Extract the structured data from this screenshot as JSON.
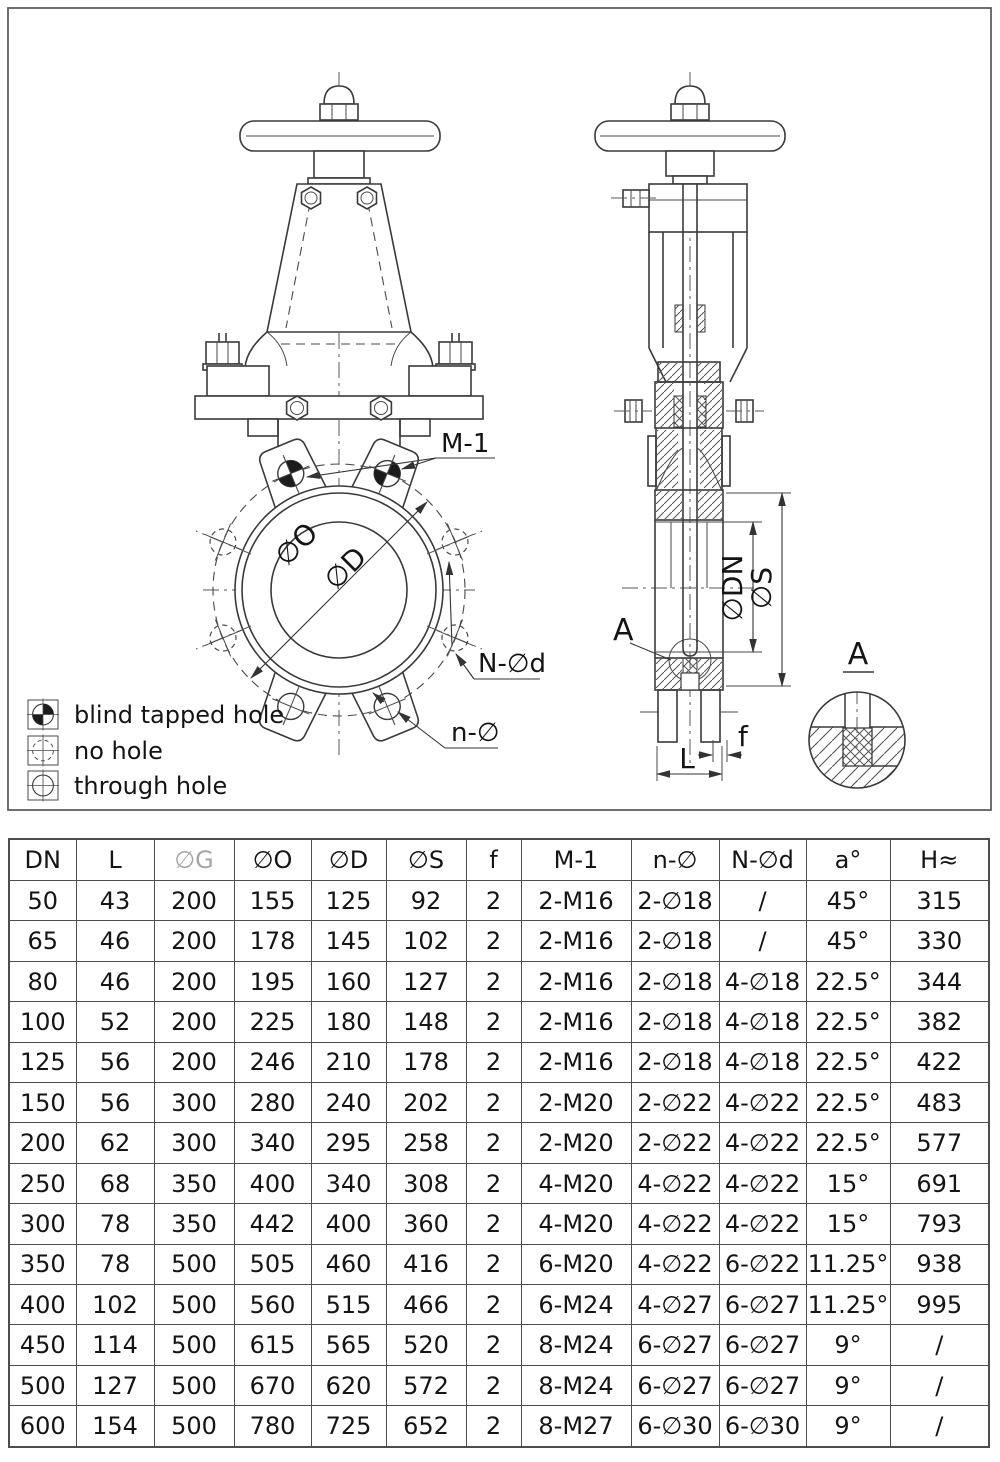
{
  "drawing": {
    "front_view": {
      "labels": {
        "m1": "M-1",
        "phi_o": "∅O",
        "phi_d": "∅D",
        "n_phi_d": "N-∅d",
        "n_phi": "n-∅"
      }
    },
    "side_view": {
      "labels": {
        "phi_dn": "∅DN",
        "phi_s": "∅S",
        "a_ref": "A",
        "f": "f",
        "l": "L"
      }
    },
    "detail_view": {
      "title": "A"
    },
    "legend": {
      "items": [
        {
          "symbol": "blind-tapped-hole-symbol",
          "label": "blind tapped hole"
        },
        {
          "symbol": "no-hole-symbol",
          "label": "no hole"
        },
        {
          "symbol": "through-hole-symbol",
          "label": "through hole"
        }
      ]
    }
  },
  "table": {
    "headers": [
      "DN",
      "L",
      "∅G",
      "∅O",
      "∅D",
      "∅S",
      "f",
      "M-1",
      "n-∅",
      "N-∅d",
      "a°",
      "H≈"
    ],
    "muted_header_index": 2,
    "rows": [
      [
        "50",
        "43",
        "200",
        "155",
        "125",
        "92",
        "2",
        "2-M16",
        "2-∅18",
        "/",
        "45°",
        "315"
      ],
      [
        "65",
        "46",
        "200",
        "178",
        "145",
        "102",
        "2",
        "2-M16",
        "2-∅18",
        "/",
        "45°",
        "330"
      ],
      [
        "80",
        "46",
        "200",
        "195",
        "160",
        "127",
        "2",
        "2-M16",
        "2-∅18",
        "4-∅18",
        "22.5°",
        "344"
      ],
      [
        "100",
        "52",
        "200",
        "225",
        "180",
        "148",
        "2",
        "2-M16",
        "2-∅18",
        "4-∅18",
        "22.5°",
        "382"
      ],
      [
        "125",
        "56",
        "200",
        "246",
        "210",
        "178",
        "2",
        "2-M16",
        "2-∅18",
        "4-∅18",
        "22.5°",
        "422"
      ],
      [
        "150",
        "56",
        "300",
        "280",
        "240",
        "202",
        "2",
        "2-M20",
        "2-∅22",
        "4-∅22",
        "22.5°",
        "483"
      ],
      [
        "200",
        "62",
        "300",
        "340",
        "295",
        "258",
        "2",
        "2-M20",
        "2-∅22",
        "4-∅22",
        "22.5°",
        "577"
      ],
      [
        "250",
        "68",
        "350",
        "400",
        "340",
        "308",
        "2",
        "4-M20",
        "4-∅22",
        "4-∅22",
        "15°",
        "691"
      ],
      [
        "300",
        "78",
        "350",
        "442",
        "400",
        "360",
        "2",
        "4-M20",
        "4-∅22",
        "4-∅22",
        "15°",
        "793"
      ],
      [
        "350",
        "78",
        "500",
        "505",
        "460",
        "416",
        "2",
        "6-M20",
        "4-∅22",
        "6-∅22",
        "11.25°",
        "938"
      ],
      [
        "400",
        "102",
        "500",
        "560",
        "515",
        "466",
        "2",
        "6-M24",
        "4-∅27",
        "6-∅27",
        "11.25°",
        "995"
      ],
      [
        "450",
        "114",
        "500",
        "615",
        "565",
        "520",
        "2",
        "8-M24",
        "6-∅27",
        "6-∅27",
        "9°",
        "/"
      ],
      [
        "500",
        "127",
        "500",
        "670",
        "620",
        "572",
        "2",
        "8-M24",
        "6-∅27",
        "6-∅27",
        "9°",
        "/"
      ],
      [
        "600",
        "154",
        "500",
        "780",
        "725",
        "652",
        "2",
        "8-M27",
        "6-∅30",
        "6-∅30",
        "9°",
        "/"
      ]
    ]
  },
  "colors": {
    "line": "#3a3a3a",
    "muted_header": "#a6a6a6",
    "background": "#ffffff"
  }
}
